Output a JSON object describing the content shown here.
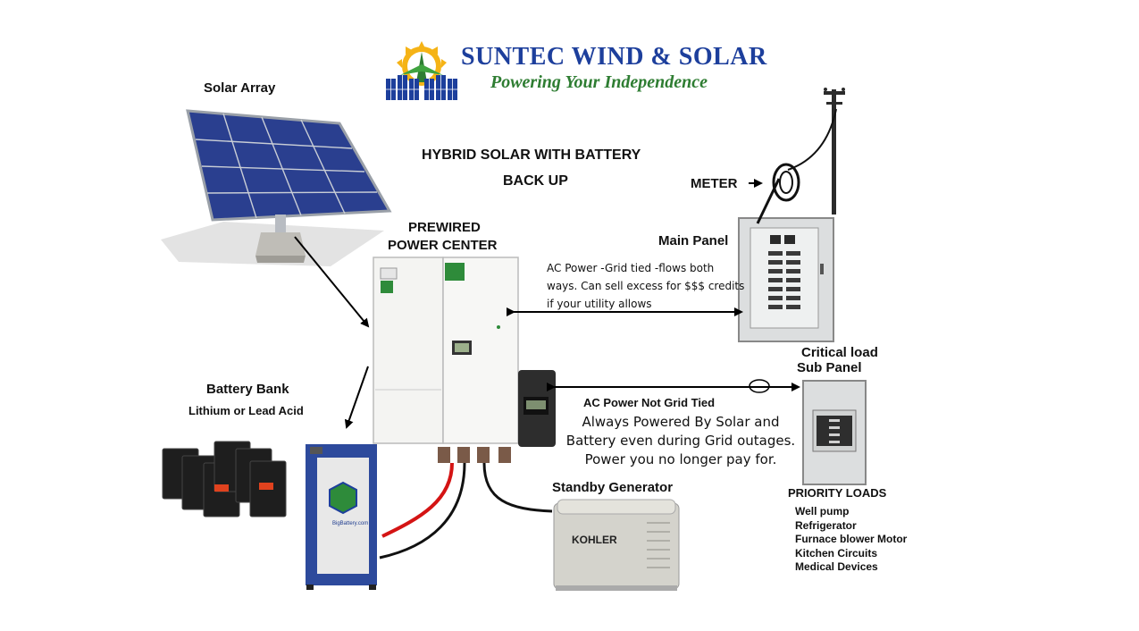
{
  "brand": {
    "name": "SUNTEC WIND & SOLAR",
    "tagline": "Powering Your Independence",
    "colors": {
      "name": "#1d3f9c",
      "tagline": "#2e7d32",
      "sun": "#f5b316"
    }
  },
  "title": {
    "line1": "HYBRID SOLAR WITH BATTERY",
    "line2": "BACK UP"
  },
  "labels": {
    "solar_array": "Solar Array",
    "meter": "METER",
    "main_panel": "Main Panel",
    "power_center_line1": "PREWIRED",
    "power_center_line2": "POWER CENTER",
    "critical_load_line1": "Critical load",
    "critical_load_line2": "Sub Panel",
    "battery_bank": "Battery Bank",
    "battery_type": "Lithium or Lead Acid",
    "standby_generator": "Standby Generator",
    "priority_loads": "PRIORITY LOADS",
    "generator_brand": "KOHLER",
    "battery_brand": "BigBattery.com"
  },
  "notes": {
    "grid_tied": [
      "AC Power -Grid tied  -flows both",
      "ways. Can sell excess for $$$  credits",
      "if your utility allows"
    ],
    "not_grid_tied_heading": "AC Power Not Grid Tied",
    "not_grid_tied": [
      "Always Powered By Solar and",
      "Battery  even during Grid outages.",
      "Power you no longer pay for."
    ]
  },
  "priority_loads": [
    "Well pump",
    "Refrigerator",
    "Furnace blower Motor",
    "Kitchen Circuits",
    "Medical Devices"
  ],
  "icons": [
    "suntec-logo-icon",
    "solar-array-icon",
    "utility-pole-icon",
    "meter-icon",
    "main-panel-icon",
    "power-center-icon",
    "sub-panel-icon",
    "battery-bank-icon",
    "lithium-battery-icon",
    "generator-icon"
  ]
}
